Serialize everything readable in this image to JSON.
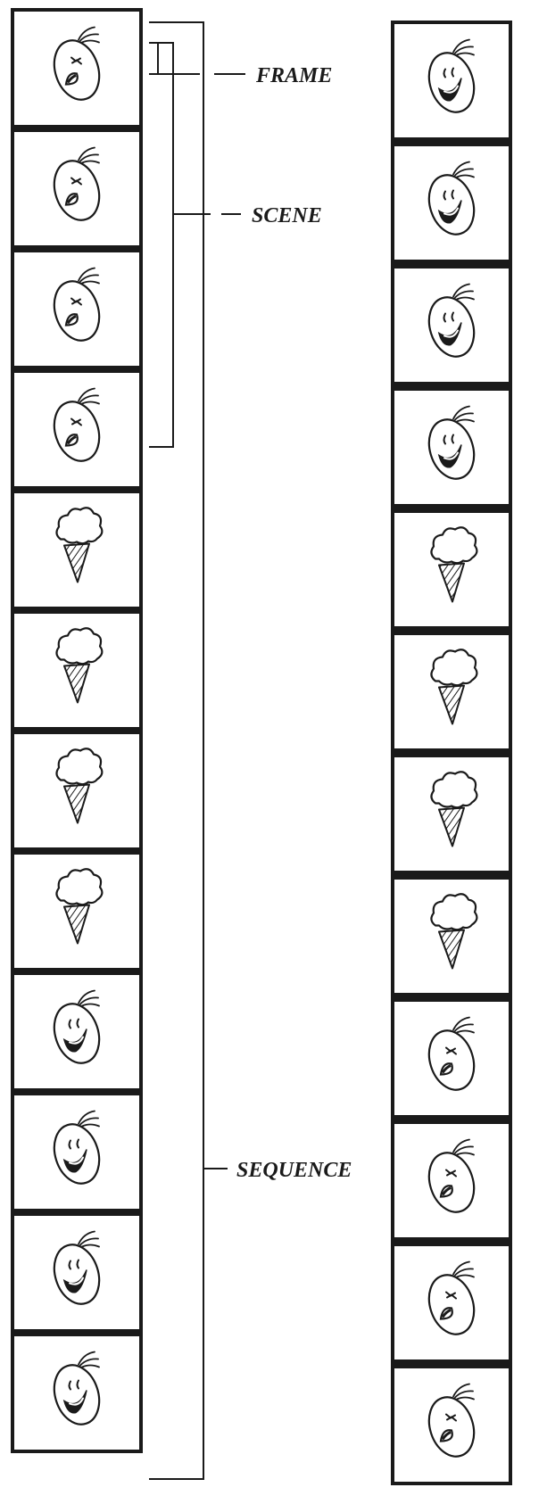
{
  "labels": {
    "frame": "FRAME",
    "scene": "SCENE",
    "sequence": "SEQUENCE"
  },
  "film_strips": [
    {
      "id": "left",
      "frames": [
        {
          "subject": "upset-face"
        },
        {
          "subject": "upset-face"
        },
        {
          "subject": "upset-face"
        },
        {
          "subject": "upset-face"
        },
        {
          "subject": "ice-cream-cone"
        },
        {
          "subject": "ice-cream-cone"
        },
        {
          "subject": "ice-cream-cone"
        },
        {
          "subject": "ice-cream-cone"
        },
        {
          "subject": "happy-face"
        },
        {
          "subject": "happy-face"
        },
        {
          "subject": "happy-face"
        },
        {
          "subject": "happy-face"
        }
      ]
    },
    {
      "id": "right",
      "frames": [
        {
          "subject": "happy-face"
        },
        {
          "subject": "happy-face"
        },
        {
          "subject": "happy-face"
        },
        {
          "subject": "happy-face"
        },
        {
          "subject": "ice-cream-cone"
        },
        {
          "subject": "ice-cream-cone"
        },
        {
          "subject": "ice-cream-cone"
        },
        {
          "subject": "ice-cream-cone"
        },
        {
          "subject": "upset-face"
        },
        {
          "subject": "upset-face"
        },
        {
          "subject": "upset-face"
        },
        {
          "subject": "upset-face"
        }
      ]
    }
  ],
  "colors": {
    "ink": "#1a1a1a",
    "frame_fill": "#ffffff",
    "paper": "#ffffff"
  }
}
